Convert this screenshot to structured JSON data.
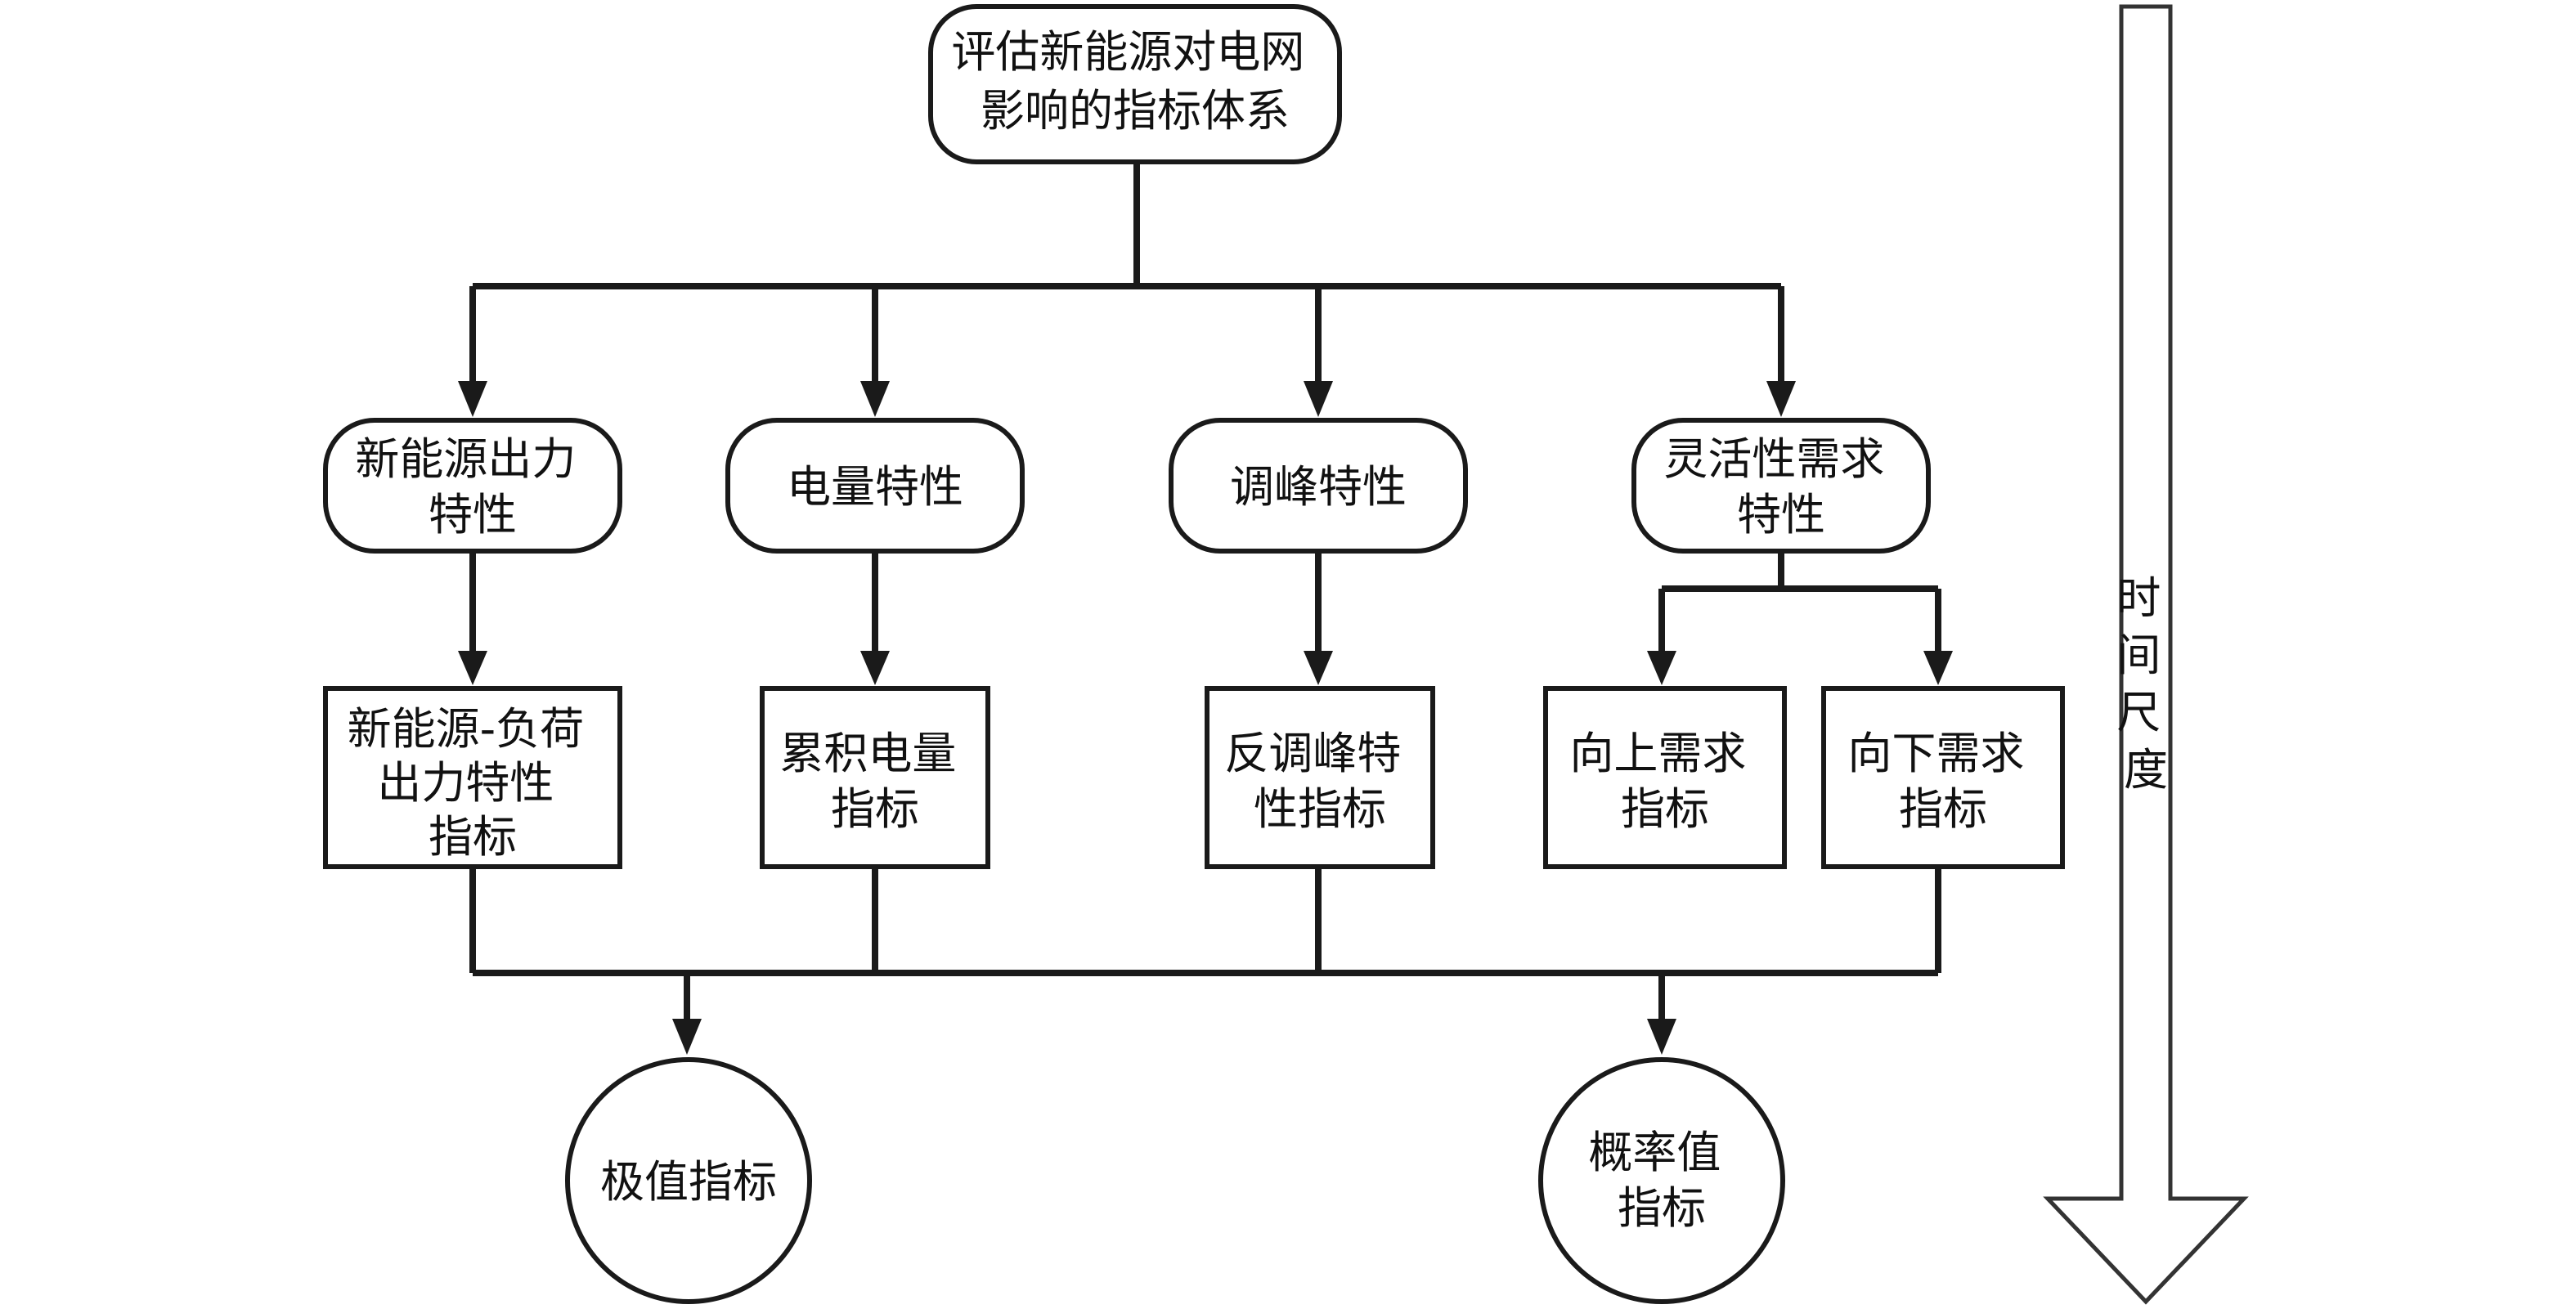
{
  "root": {
    "lines": [
      "评估新能源对电网",
      "影响的指标体系"
    ]
  },
  "categories": [
    {
      "id": "output",
      "lines": [
        "新能源出力",
        "特性"
      ]
    },
    {
      "id": "energy",
      "lines": [
        "电量特性"
      ]
    },
    {
      "id": "peak",
      "lines": [
        "调峰特性"
      ]
    },
    {
      "id": "flex",
      "lines": [
        "灵活性需求",
        "特性"
      ]
    }
  ],
  "indicators": [
    {
      "id": "load-output",
      "lines": [
        "新能源-负荷",
        "出力特性",
        "指标"
      ]
    },
    {
      "id": "cumulative",
      "lines": [
        "累积电量",
        "指标"
      ]
    },
    {
      "id": "anti-peak",
      "lines": [
        "反调峰特",
        "性指标"
      ]
    },
    {
      "id": "upward",
      "lines": [
        "向上需求",
        "指标"
      ]
    },
    {
      "id": "downward",
      "lines": [
        "向下需求",
        "指标"
      ]
    }
  ],
  "results": [
    {
      "id": "extreme",
      "lines": [
        "极值指标"
      ]
    },
    {
      "id": "probability",
      "lines": [
        "概率值",
        "指标"
      ]
    }
  ],
  "time_scale": {
    "lines": [
      "时",
      "间",
      "尺",
      "度"
    ]
  }
}
